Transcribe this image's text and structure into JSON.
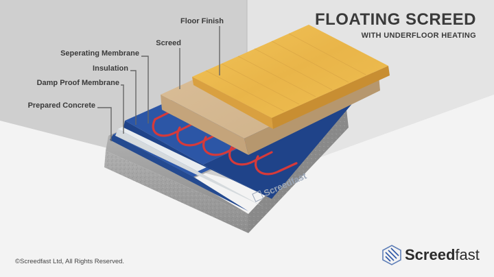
{
  "title": {
    "main": "FLOATING SCREED",
    "sub": "WITH UNDERFLOOR HEATING"
  },
  "labels": {
    "floor_finish": "Floor Finish",
    "screed": "Screed",
    "separating_membrane": "Seperating Membrane",
    "insulation": "Insulation",
    "damp_proof_membrane": "Damp Proof Membrane",
    "prepared_concrete": "Prepared Concrete"
  },
  "insulation_brand": "Screedfast",
  "copyright": "©Screedfast Ltd, All Rights Reserved.",
  "brand": {
    "bold": "Screed",
    "regular": "fast"
  },
  "colors": {
    "background": "#f2f2f2",
    "wood": "#e6b24a",
    "screed": "#d3b48a",
    "insulation_blue": "#2c56a6",
    "heating_pipe": "#d63a3a",
    "concrete": "#9c9c9c"
  }
}
